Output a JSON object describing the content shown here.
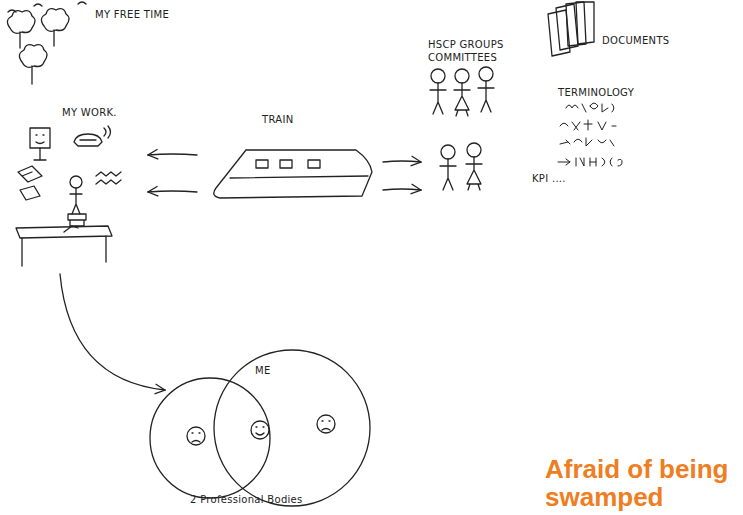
{
  "diagram": {
    "caption": "Afraid of being swamped",
    "nodes": [
      {
        "text": [
          "MY WORK."
        ]
      },
      {
        "text": [
          "TRAIN"
        ]
      },
      {
        "text": [
          "HSCP GROUPS COMMITTEES"
        ]
      },
      {
        "text": [
          "ME",
          "2 Professional Bodies"
        ]
      }
    ],
    "edges": [
      {
        "from": 1,
        "to": 0,
        "arrow": "to"
      },
      {
        "from": 1,
        "to": 0,
        "arrow": "to"
      },
      {
        "from": 1,
        "to": 2,
        "arrow": "to"
      },
      {
        "from": 1,
        "to": 2,
        "arrow": "to"
      },
      {
        "from": 0,
        "to": 3,
        "arrow": "to"
      }
    ],
    "labels": [
      "MY FREE TIME",
      "DOCUMENTS",
      "TERMINOLOGY",
      "KPI ...."
    ]
  }
}
